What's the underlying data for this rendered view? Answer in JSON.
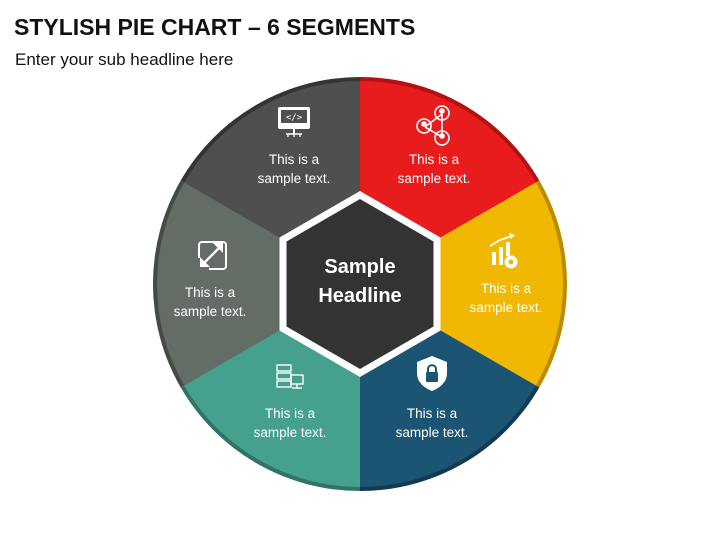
{
  "header": {
    "title": "STYLISH PIE CHART – 6 SEGMENTS",
    "subtitle": "Enter your sub headline here"
  },
  "center": {
    "line1": "Sample",
    "line2": "Headline",
    "color": "#333333"
  },
  "segments": [
    {
      "line1": "This is a",
      "line2": "sample text.",
      "color": "#e81c1c",
      "rim": "#b31212",
      "icon": "network-people-icon"
    },
    {
      "line1": "This is a",
      "line2": "sample text.",
      "color": "#f0b800",
      "rim": "#b88d00",
      "icon": "growth-chart-gear-icon"
    },
    {
      "line1": "This is a",
      "line2": "sample text.",
      "color": "#1c5573",
      "rim": "#123b52",
      "icon": "shield-lock-icon"
    },
    {
      "line1": "This is a",
      "line2": "sample text.",
      "color": "#45a08e",
      "rim": "#2f7466",
      "icon": "server-monitor-icon"
    },
    {
      "line1": "This is a",
      "line2": "sample text.",
      "color": "#636d66",
      "rim": "#444b46",
      "icon": "expand-arrow-icon"
    },
    {
      "line1": "This is a",
      "line2": "sample text.",
      "color": "#4f4f4d",
      "rim": "#343433",
      "icon": "code-monitor-icon"
    }
  ]
}
